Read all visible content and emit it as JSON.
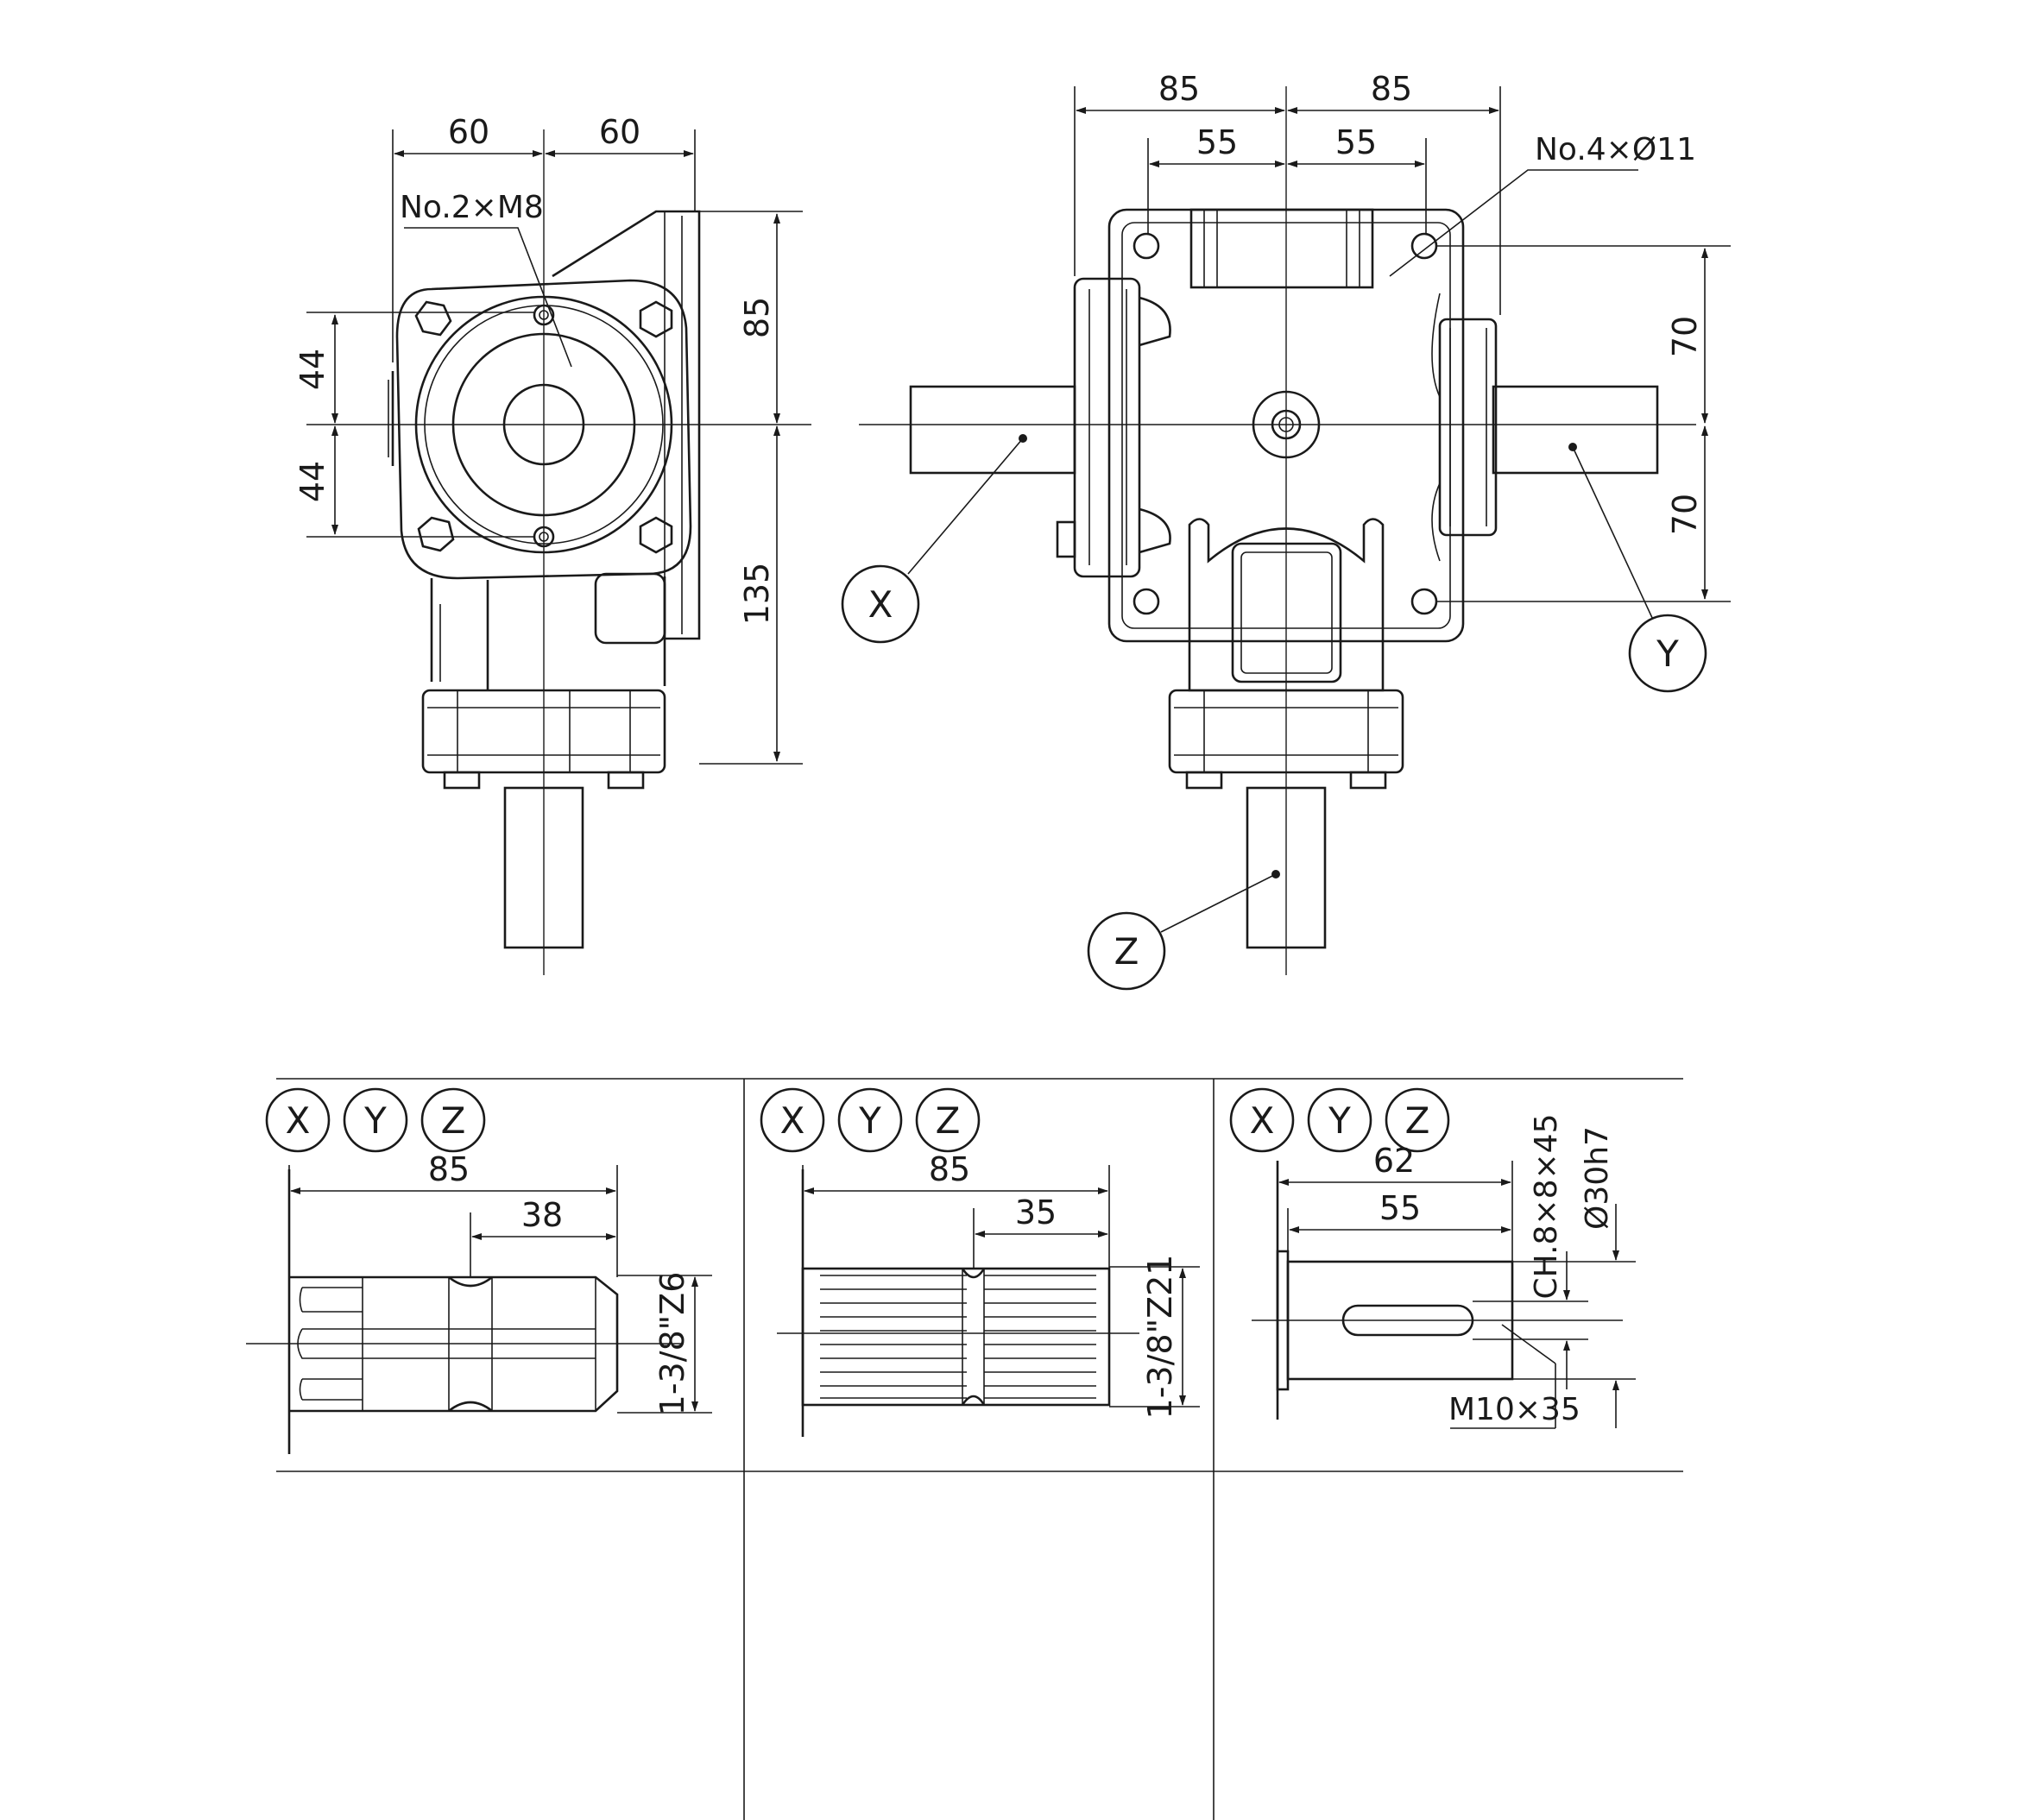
{
  "front_view": {
    "dim_width_left": "60",
    "dim_width_right": "60",
    "dim_height_top": "85",
    "dim_height_bottom": "135",
    "dim_bolt_upper": "44",
    "dim_bolt_lower": "44",
    "callout_threads": "No.2×M8"
  },
  "side_view": {
    "dim_outer_left": "85",
    "dim_outer_right": "85",
    "dim_inner_left": "55",
    "dim_inner_right": "55",
    "dim_vert_upper": "70",
    "dim_vert_lower": "70",
    "callout_holes": "No.4×Ø11",
    "shaft_labels": [
      "X",
      "Y",
      "Z"
    ]
  },
  "shaft_options": [
    {
      "badges": [
        "X",
        "Y",
        "Z"
      ],
      "dim_total": "85",
      "dim_partial": "38",
      "spline_spec": "1-3/8\"Z6"
    },
    {
      "badges": [
        "X",
        "Y",
        "Z"
      ],
      "dim_total": "85",
      "dim_partial": "35",
      "spline_spec": "1-3/8\"Z21"
    },
    {
      "badges": [
        "X",
        "Y",
        "Z"
      ],
      "dim_total": "62",
      "dim_partial": "55",
      "key_spec": "CH.8×8×45",
      "diameter_spec": "Ø30h7",
      "thread_spec": "M10×35"
    }
  ]
}
